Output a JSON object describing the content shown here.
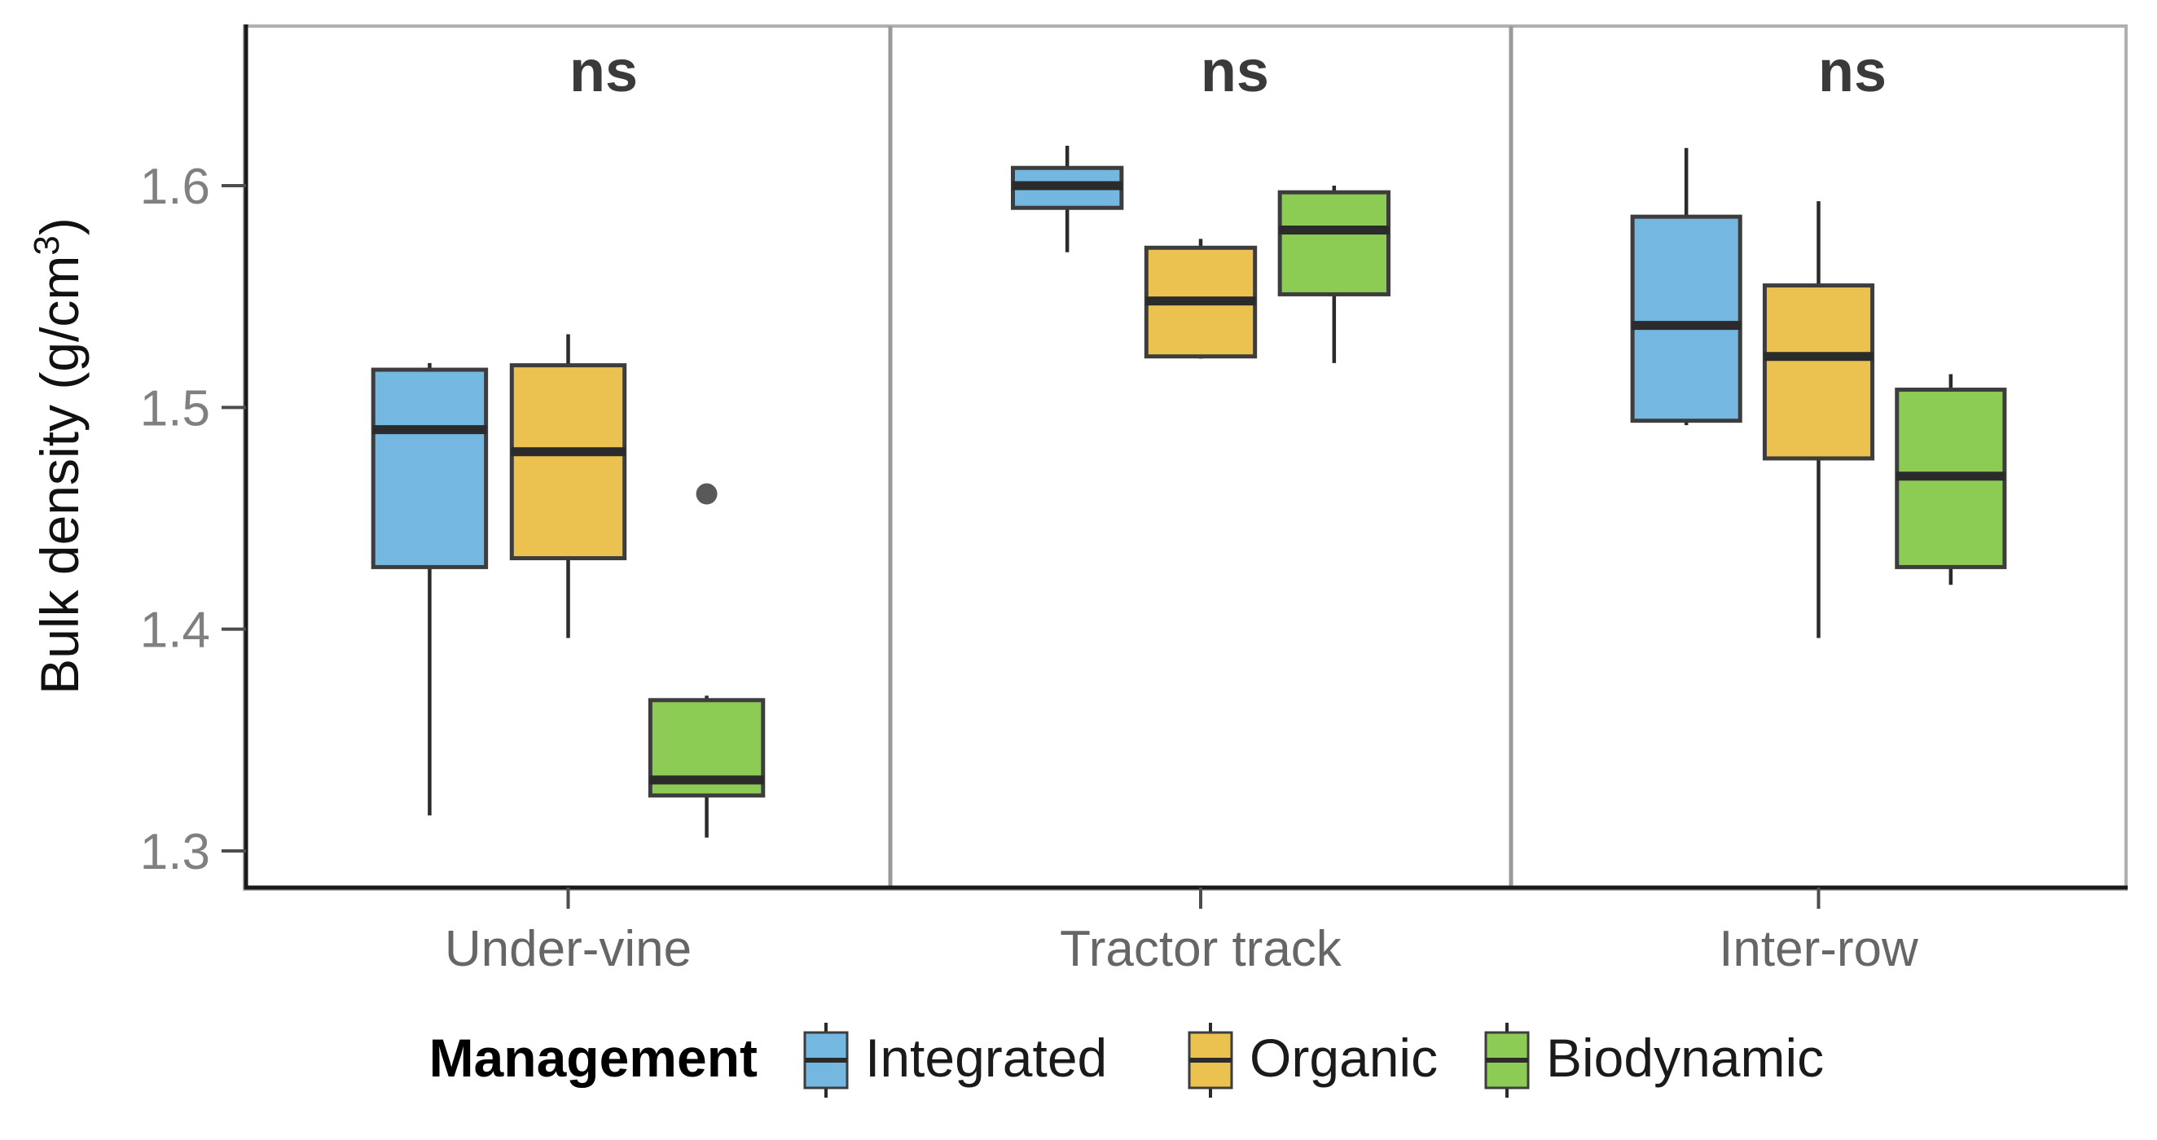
{
  "chart_data": {
    "type": "boxplot",
    "title": "",
    "xlabel": "",
    "ylabel": "Bulk density (g/cm3)",
    "ylabel_base": "Bulk density (g/cm",
    "ylabel_sup": "3",
    "ylabel_close": ")",
    "ylim": [
      1.27,
      1.665
    ],
    "yticks": [
      1.3,
      1.4,
      1.5,
      1.6
    ],
    "ytick_labels": [
      "1.3",
      "1.4",
      "1.5",
      "1.6"
    ],
    "grid": false,
    "legend_position": "bottom",
    "legend_title": "Management",
    "facets": [
      "Under-vine",
      "Tractor track",
      "Inter-row"
    ],
    "facet_annotations": [
      "ns",
      "ns",
      "ns"
    ],
    "series": [
      {
        "name": "Integrated",
        "color": "#74B8E2"
      },
      {
        "name": "Organic",
        "color": "#EBC250"
      },
      {
        "name": "Biodynamic",
        "color": "#8CCB54"
      }
    ],
    "boxes": [
      {
        "facet": "Under-vine",
        "group": "Integrated",
        "color": "#74B8E2",
        "lower_whisker": 1.316,
        "q1": 1.428,
        "median": 1.49,
        "q3": 1.517,
        "upper_whisker": 1.52,
        "outliers": []
      },
      {
        "facet": "Under-vine",
        "group": "Organic",
        "color": "#EBC250",
        "lower_whisker": 1.396,
        "q1": 1.432,
        "median": 1.48,
        "q3": 1.519,
        "upper_whisker": 1.533,
        "outliers": []
      },
      {
        "facet": "Under-vine",
        "group": "Biodynamic",
        "color": "#8CCB54",
        "lower_whisker": 1.306,
        "q1": 1.325,
        "median": 1.332,
        "q3": 1.368,
        "upper_whisker": 1.37,
        "outliers": [
          1.461
        ]
      },
      {
        "facet": "Tractor track",
        "group": "Integrated",
        "color": "#74B8E2",
        "lower_whisker": 1.57,
        "q1": 1.59,
        "median": 1.6,
        "q3": 1.608,
        "upper_whisker": 1.618,
        "outliers": []
      },
      {
        "facet": "Tractor track",
        "group": "Organic",
        "color": "#EBC250",
        "lower_whisker": 1.522,
        "q1": 1.523,
        "median": 1.548,
        "q3": 1.572,
        "upper_whisker": 1.576,
        "outliers": []
      },
      {
        "facet": "Tractor track",
        "group": "Biodynamic",
        "color": "#8CCB54",
        "lower_whisker": 1.52,
        "q1": 1.551,
        "median": 1.58,
        "q3": 1.597,
        "upper_whisker": 1.6,
        "outliers": []
      },
      {
        "facet": "Inter-row",
        "group": "Integrated",
        "color": "#74B8E2",
        "lower_whisker": 1.492,
        "q1": 1.494,
        "median": 1.537,
        "q3": 1.586,
        "upper_whisker": 1.617,
        "outliers": []
      },
      {
        "facet": "Inter-row",
        "group": "Organic",
        "color": "#EBC250",
        "lower_whisker": 1.396,
        "q1": 1.477,
        "median": 1.523,
        "q3": 1.555,
        "upper_whisker": 1.593,
        "outliers": []
      },
      {
        "facet": "Inter-row",
        "group": "Biodynamic",
        "color": "#8CCB54",
        "lower_whisker": 1.42,
        "q1": 1.428,
        "median": 1.469,
        "q3": 1.508,
        "upper_whisker": 1.515,
        "outliers": []
      }
    ]
  },
  "colors": {
    "integrated": "#74B8E2",
    "organic": "#EBC250",
    "biodynamic": "#8CCB54",
    "axis": "#1a1a1a",
    "panel_border": "#b0b0b0",
    "tick_label": "#808080",
    "x_tick_label": "#666666",
    "annotation": "#3a3a3a"
  }
}
